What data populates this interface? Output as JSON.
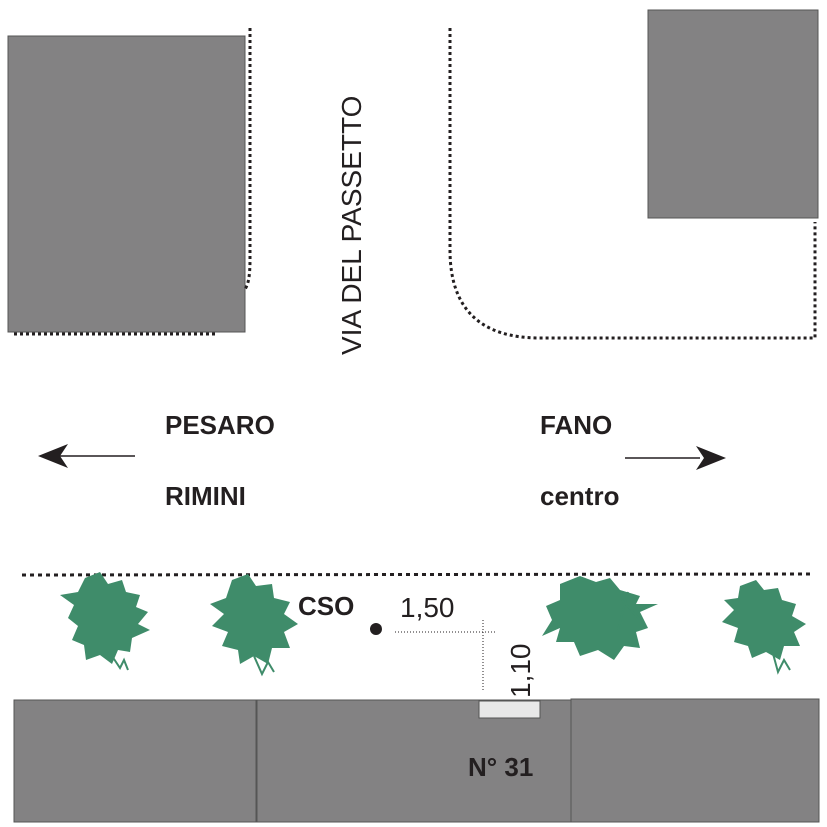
{
  "street_name": "VIA DEL PASSETTO",
  "directions": {
    "left": {
      "line1": "PESARO",
      "line2": "RIMINI"
    },
    "right": {
      "line1": "FANO",
      "line2": "centro"
    }
  },
  "point": {
    "label": "CSO",
    "dim_horizontal": "1,50",
    "dim_vertical": "1,10"
  },
  "house_number": "N° 31",
  "colors": {
    "building": "#838283",
    "tree": "#3f8c6a",
    "ink": "#231f20",
    "marker": "#e8e8e8"
  }
}
